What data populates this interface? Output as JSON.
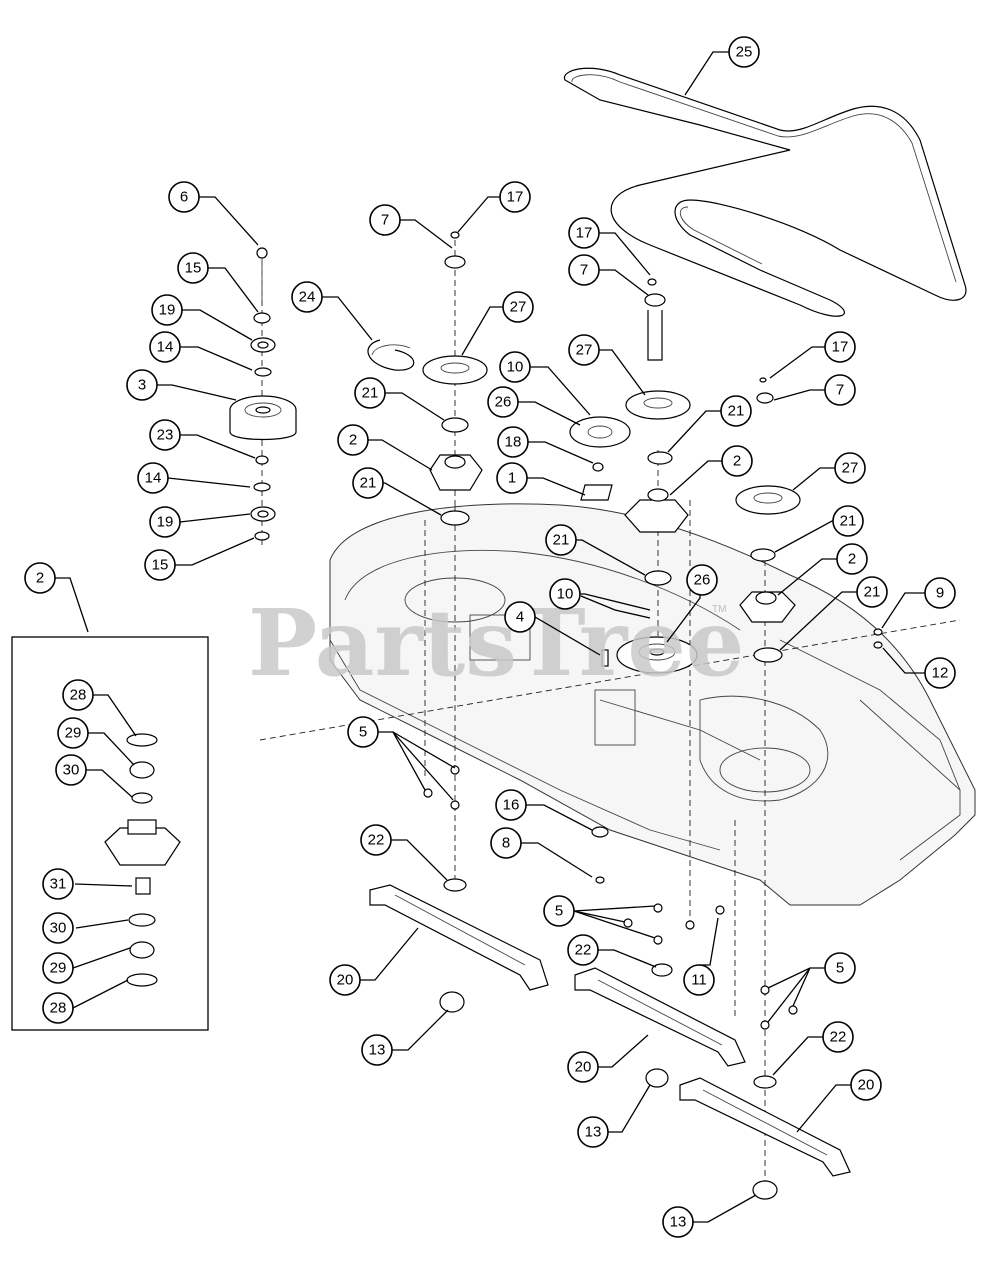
{
  "watermark": {
    "text": "PartsTree",
    "tm": "TM"
  },
  "callouts": [
    {
      "id": "c-25",
      "label": "25"
    },
    {
      "id": "c-6",
      "label": "6"
    },
    {
      "id": "c-7a",
      "label": "7"
    },
    {
      "id": "c-17a",
      "label": "17"
    },
    {
      "id": "c-17b",
      "label": "17"
    },
    {
      "id": "c-7b",
      "label": "7"
    },
    {
      "id": "c-15a",
      "label": "15"
    },
    {
      "id": "c-24",
      "label": "24"
    },
    {
      "id": "c-27a",
      "label": "27"
    },
    {
      "id": "c-19a",
      "label": "19"
    },
    {
      "id": "c-27b",
      "label": "27"
    },
    {
      "id": "c-14a",
      "label": "14"
    },
    {
      "id": "c-10a",
      "label": "10"
    },
    {
      "id": "c-17c",
      "label": "17"
    },
    {
      "id": "c-3",
      "label": "3"
    },
    {
      "id": "c-21a",
      "label": "21"
    },
    {
      "id": "c-7c",
      "label": "7"
    },
    {
      "id": "c-26a",
      "label": "26"
    },
    {
      "id": "c-21b",
      "label": "21"
    },
    {
      "id": "c-23",
      "label": "23"
    },
    {
      "id": "c-2a",
      "label": "2"
    },
    {
      "id": "c-18",
      "label": "18"
    },
    {
      "id": "c-2b",
      "label": "2"
    },
    {
      "id": "c-14b",
      "label": "14"
    },
    {
      "id": "c-1",
      "label": "1"
    },
    {
      "id": "c-27c",
      "label": "27"
    },
    {
      "id": "c-21c",
      "label": "21"
    },
    {
      "id": "c-19b",
      "label": "19"
    },
    {
      "id": "c-21d",
      "label": "21"
    },
    {
      "id": "c-15b",
      "label": "15"
    },
    {
      "id": "c-21e",
      "label": "21"
    },
    {
      "id": "c-2c",
      "label": "2"
    },
    {
      "id": "c-2d",
      "label": "2"
    },
    {
      "id": "c-26b",
      "label": "26"
    },
    {
      "id": "c-10b",
      "label": "10"
    },
    {
      "id": "c-21f",
      "label": "21"
    },
    {
      "id": "c-9",
      "label": "9"
    },
    {
      "id": "c-4",
      "label": "4"
    },
    {
      "id": "c-12",
      "label": "12"
    },
    {
      "id": "c-28a",
      "label": "28"
    },
    {
      "id": "c-29a",
      "label": "29"
    },
    {
      "id": "c-5a",
      "label": "5"
    },
    {
      "id": "c-30a",
      "label": "30"
    },
    {
      "id": "c-16",
      "label": "16"
    },
    {
      "id": "c-22a",
      "label": "22"
    },
    {
      "id": "c-8",
      "label": "8"
    },
    {
      "id": "c-31",
      "label": "31"
    },
    {
      "id": "c-5b",
      "label": "5"
    },
    {
      "id": "c-30b",
      "label": "30"
    },
    {
      "id": "c-22b",
      "label": "22"
    },
    {
      "id": "c-29b",
      "label": "29"
    },
    {
      "id": "c-11",
      "label": "11"
    },
    {
      "id": "c-5c",
      "label": "5"
    },
    {
      "id": "c-20a",
      "label": "20"
    },
    {
      "id": "c-28b",
      "label": "28"
    },
    {
      "id": "c-22c",
      "label": "22"
    },
    {
      "id": "c-13a",
      "label": "13"
    },
    {
      "id": "c-20b",
      "label": "20"
    },
    {
      "id": "c-20c",
      "label": "20"
    },
    {
      "id": "c-13b",
      "label": "13"
    },
    {
      "id": "c-13c",
      "label": "13"
    }
  ]
}
